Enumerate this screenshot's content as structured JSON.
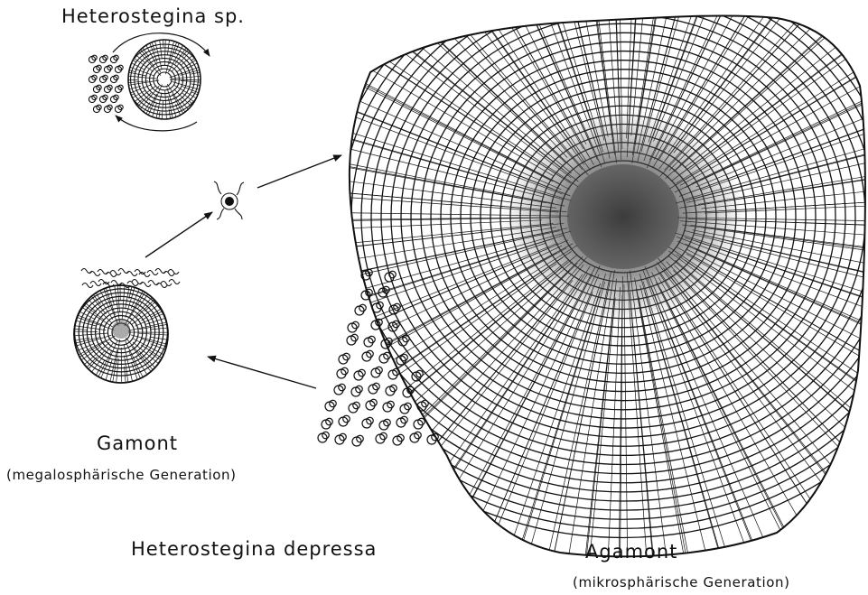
{
  "labels": {
    "species_small": "Heterostegina sp.",
    "gamont": "Gamont",
    "gamont_generation": "(megalosphärische Generation)",
    "species_main": "Heterostegina depressa",
    "agamont": "Agamont",
    "agamont_generation": "(mikrosphärische Generation)"
  }
}
